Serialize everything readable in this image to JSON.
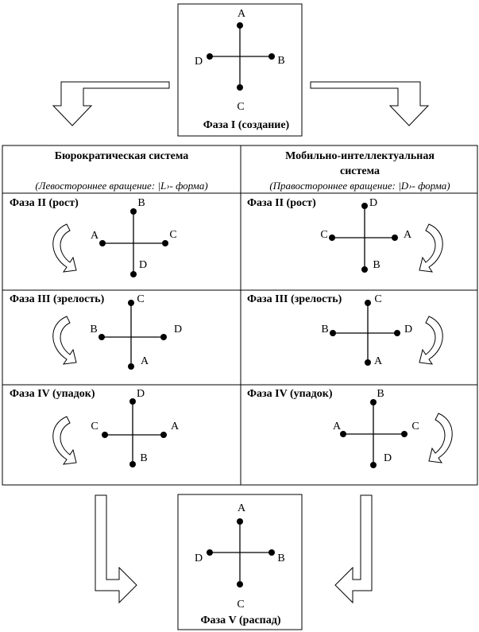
{
  "phase1": {
    "label": "Фаза I (создание)",
    "points": {
      "top": "A",
      "right": "B",
      "bottom": "C",
      "left": "D"
    }
  },
  "left_system": {
    "title": "Бюрократическая система",
    "subtitle": "(Левостороннее вращение: |L›- форма)"
  },
  "right_system": {
    "title_line1": "Мобильно-интеллектуальная",
    "title_line2": "система",
    "subtitle": "(Правостороннее вращение: |D›- форма)"
  },
  "phases": [
    {
      "label": "Фаза II (рост)",
      "left": {
        "top": "B",
        "right": "C",
        "bottom": "D",
        "left": "A"
      },
      "right": {
        "top": "D",
        "right": "A",
        "bottom": "B",
        "left": "C"
      }
    },
    {
      "label": "Фаза III (зрелость)",
      "left": {
        "top": "C",
        "right": "D",
        "bottom": "A",
        "left": "B"
      },
      "right": {
        "top": "C",
        "right": "D",
        "bottom": "A",
        "left": "B"
      }
    },
    {
      "label": "Фаза IV (упадок)",
      "left": {
        "top": "D",
        "right": "A",
        "bottom": "B",
        "left": "C"
      },
      "right": {
        "top": "B",
        "right": "C",
        "bottom": "D",
        "left": "A"
      }
    }
  ],
  "phase5": {
    "label": "Фаза V (распад)",
    "points": {
      "top": "A",
      "right": "B",
      "bottom": "C",
      "left": "D"
    }
  }
}
